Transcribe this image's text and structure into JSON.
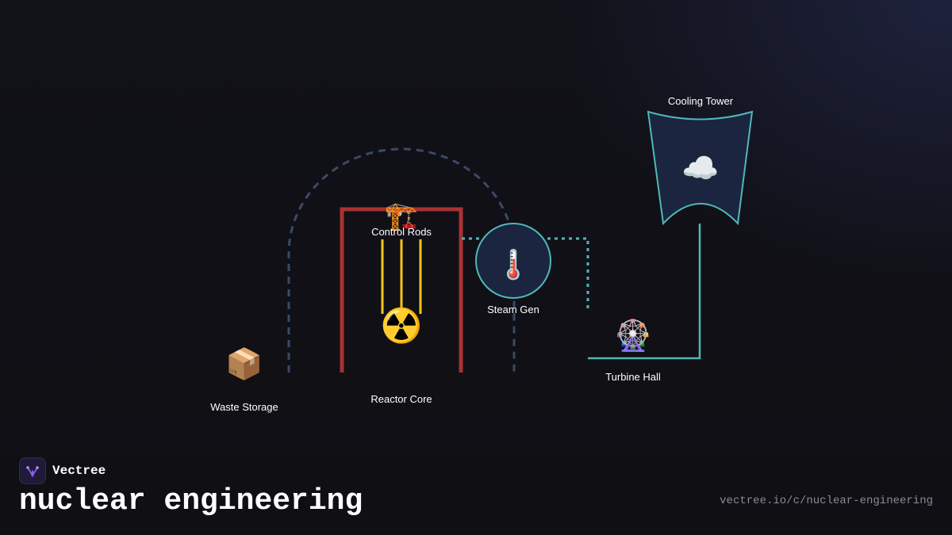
{
  "brand": {
    "name": "Vectree",
    "logo_icon": "vectree-logo-icon"
  },
  "page": {
    "title": "nuclear engineering",
    "url": "vectree.io/c/nuclear-engineering"
  },
  "colors": {
    "background": "#0f0f14",
    "containment": "#a83232",
    "control_rods": "#f5c518",
    "coolant_loop": "#4fb8b8",
    "waste_path": "#3a4a66",
    "node_fill": "#1b2540"
  },
  "diagram": {
    "nodes": [
      {
        "id": "control-rods",
        "label": "Control Rods",
        "emoji": "🏗️",
        "icon": "crane-icon"
      },
      {
        "id": "reactor-core",
        "label": "Reactor Core",
        "emoji": "☢️",
        "icon": "radioactive-icon"
      },
      {
        "id": "steam-gen",
        "label": "Steam Gen",
        "emoji": "🌡️",
        "icon": "thermometer-icon"
      },
      {
        "id": "cooling-tower",
        "label": "Cooling Tower",
        "emoji": "☁️",
        "icon": "cloud-icon"
      },
      {
        "id": "turbine-hall",
        "label": "Turbine Hall",
        "emoji": "🎡",
        "icon": "ferris-wheel-icon"
      },
      {
        "id": "waste-storage",
        "label": "Waste Storage",
        "emoji": "📦",
        "icon": "package-icon"
      }
    ]
  }
}
